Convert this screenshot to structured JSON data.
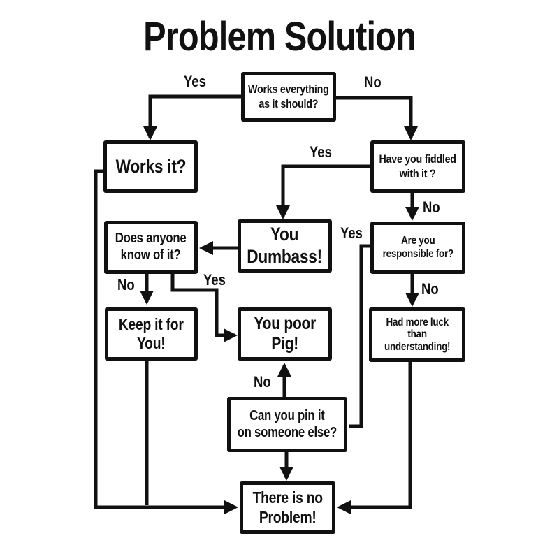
{
  "title": "Problem Solution",
  "colors": {
    "ink": "#111111",
    "background": "#ffffff"
  },
  "nodes": {
    "works_everything": {
      "label": "Works everything\nas it should?"
    },
    "works_it": {
      "label": "Works it?"
    },
    "have_you_fiddled": {
      "label": "Have you fiddled\nwith it ?"
    },
    "you_dumbass": {
      "label": "You\nDumbass!"
    },
    "does_anyone_know": {
      "label": "Does anyone\nknow of it?"
    },
    "are_you_responsible": {
      "label": "Are you\nresponsible for?"
    },
    "keep_it_for_you": {
      "label": "Keep it for\nYou!"
    },
    "you_poor_pig": {
      "label": "You poor\nPig!"
    },
    "had_more_luck": {
      "label": "Had more luck\nthan\nunderstanding!"
    },
    "can_you_pin_it": {
      "label": "Can you pin it\non someone else?"
    },
    "there_is_no_problem": {
      "label": "There is no\nProblem!"
    }
  },
  "edge_labels": {
    "top_yes": "Yes",
    "top_no": "No",
    "fiddled_yes": "Yes",
    "fiddled_no": "No",
    "responsible_yes": "Yes",
    "responsible_no": "No",
    "know_no": "No",
    "know_yes": "Yes",
    "pin_no": "No"
  },
  "edges": [
    {
      "from": "works_everything",
      "to": "works_it",
      "label": "Yes"
    },
    {
      "from": "works_everything",
      "to": "have_you_fiddled",
      "label": "No"
    },
    {
      "from": "have_you_fiddled",
      "to": "you_dumbass",
      "label": "Yes"
    },
    {
      "from": "have_you_fiddled",
      "to": "are_you_responsible",
      "label": "No"
    },
    {
      "from": "you_dumbass",
      "to": "does_anyone_know",
      "label": ""
    },
    {
      "from": "are_you_responsible",
      "to": "can_you_pin_it",
      "label": "Yes"
    },
    {
      "from": "are_you_responsible",
      "to": "had_more_luck",
      "label": "No"
    },
    {
      "from": "does_anyone_know",
      "to": "keep_it_for_you",
      "label": "No"
    },
    {
      "from": "does_anyone_know",
      "to": "you_poor_pig",
      "label": "Yes"
    },
    {
      "from": "can_you_pin_it",
      "to": "you_poor_pig",
      "label": "No"
    },
    {
      "from": "can_you_pin_it",
      "to": "there_is_no_problem",
      "label": ""
    },
    {
      "from": "had_more_luck",
      "to": "there_is_no_problem",
      "label": ""
    },
    {
      "from": "works_it",
      "to": "there_is_no_problem",
      "label": ""
    },
    {
      "from": "keep_it_for_you",
      "to": "there_is_no_problem",
      "label": ""
    }
  ]
}
